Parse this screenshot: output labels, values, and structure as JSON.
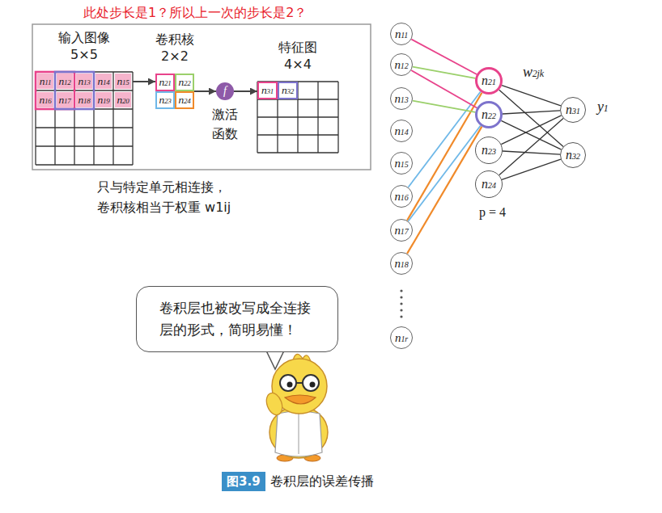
{
  "diagram": {
    "caption": "卷积层的误差传播",
    "nodes": [
      {
        "text": [
          "输入图像",
          "5×5"
        ]
      },
      {
        "text": [
          "n11"
        ],
        "in": 0
      },
      {
        "text": [
          "n12"
        ],
        "in": 0
      },
      {
        "text": [
          "n13"
        ],
        "in": 0
      },
      {
        "text": [
          "n14"
        ],
        "in": 0
      },
      {
        "text": [
          "n15"
        ],
        "in": 0
      },
      {
        "text": [
          "n16"
        ],
        "in": 0
      },
      {
        "text": [
          "n17"
        ],
        "in": 0
      },
      {
        "text": [
          "n18"
        ],
        "in": 0
      },
      {
        "text": [
          "n19"
        ],
        "in": 0
      },
      {
        "text": [
          "n20"
        ],
        "in": 0
      },
      {
        "text": [
          "卷积核",
          "2×2"
        ]
      },
      {
        "text": [
          "n21"
        ],
        "in": 11
      },
      {
        "text": [
          "n22"
        ],
        "in": 11
      },
      {
        "text": [
          "n23"
        ],
        "in": 11
      },
      {
        "text": [
          "n24"
        ],
        "in": 11
      },
      {
        "text": [
          "f",
          "激活函数"
        ]
      },
      {
        "text": [
          "特征图",
          "4×4"
        ]
      },
      {
        "text": [
          "n31"
        ],
        "in": 17
      },
      {
        "text": [
          "n32"
        ],
        "in": 17
      },
      {
        "text": [
          "n11"
        ]
      },
      {
        "text": [
          "n12"
        ]
      },
      {
        "text": [
          "n13"
        ]
      },
      {
        "text": [
          "n14"
        ]
      },
      {
        "text": [
          "n15"
        ]
      },
      {
        "text": [
          "n16"
        ]
      },
      {
        "text": [
          "n17"
        ]
      },
      {
        "text": [
          "n18"
        ]
      },
      {
        "text": [
          "n1r"
        ]
      },
      {
        "text": [
          "n21"
        ]
      },
      {
        "text": [
          "n22"
        ]
      },
      {
        "text": [
          "n23"
        ]
      },
      {
        "text": [
          "n24"
        ]
      },
      {
        "text": [
          "n31"
        ]
      },
      {
        "text": [
          "n32"
        ]
      },
      {
        "text": [
          "卷积层也被改写成全连接层的形式，简明易懂！"
        ]
      }
    ],
    "edges": [
      {
        "from": 0,
        "to": 11,
        "arrow": "to"
      },
      {
        "from": 11,
        "to": 16,
        "arrow": "to"
      },
      {
        "from": 16,
        "to": 17,
        "arrow": "to"
      },
      {
        "from": 20,
        "to": 29,
        "arrow": "none"
      },
      {
        "from": 21,
        "to": 29,
        "arrow": "none"
      },
      {
        "from": 25,
        "to": 29,
        "arrow": "none"
      },
      {
        "from": 26,
        "to": 29,
        "arrow": "none"
      },
      {
        "from": 21,
        "to": 30,
        "arrow": "none"
      },
      {
        "from": 22,
        "to": 30,
        "arrow": "none"
      },
      {
        "from": 26,
        "to": 30,
        "arrow": "none"
      },
      {
        "from": 27,
        "to": 30,
        "arrow": "none"
      },
      {
        "from": 29,
        "to": 33,
        "arrow": "none"
      },
      {
        "from": 29,
        "to": 34,
        "arrow": "none"
      },
      {
        "from": 30,
        "to": 33,
        "arrow": "none"
      },
      {
        "from": 30,
        "to": 34,
        "arrow": "none"
      },
      {
        "from": 31,
        "to": 33,
        "arrow": "none"
      },
      {
        "from": 31,
        "to": 34,
        "arrow": "none"
      },
      {
        "from": 32,
        "to": 33,
        "arrow": "none"
      },
      {
        "from": 32,
        "to": 34,
        "arrow": "none"
      }
    ],
    "labels": [
      "此处步长是1？所以上一次的步长是2？",
      "只与特定单元相连接，",
      "卷积核相当于权重 w1ij",
      "w2jk",
      "y1",
      "p = 4",
      "图3.9"
    ]
  }
}
